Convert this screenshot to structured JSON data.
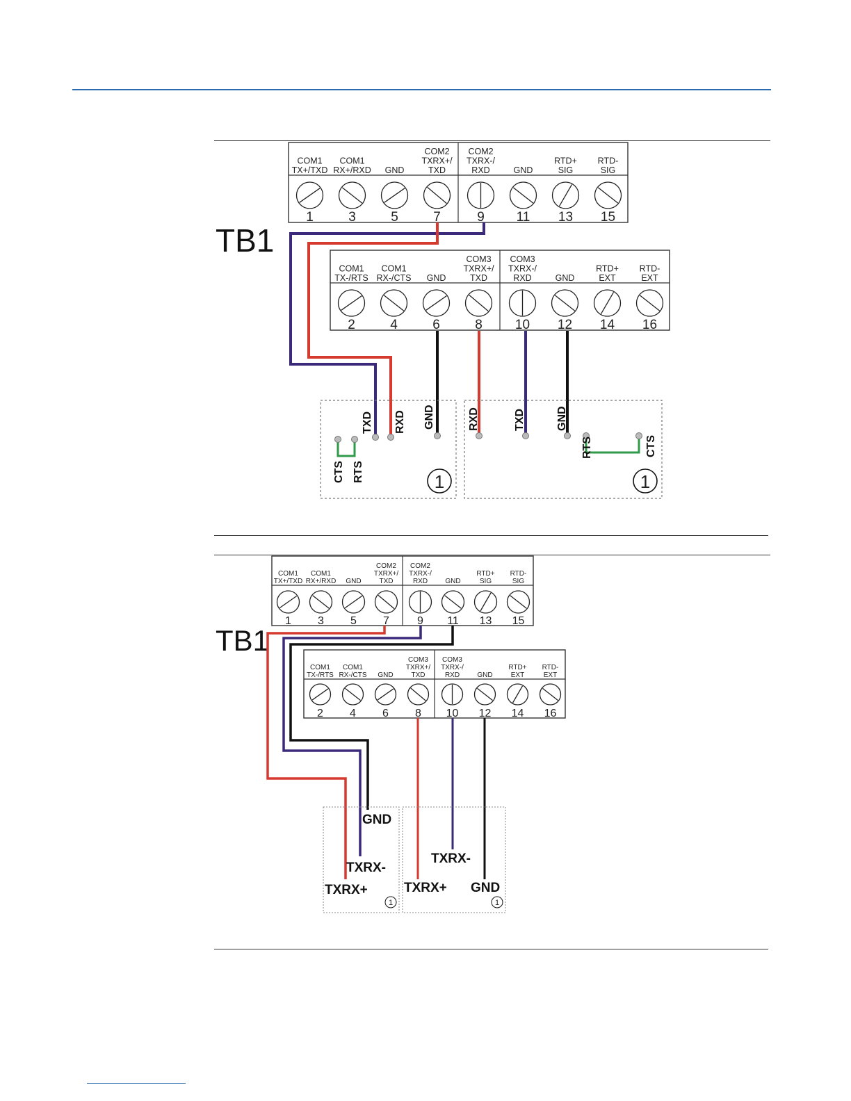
{
  "colors": {
    "header_rule": "#2a6bb0",
    "red": "#d63a2f",
    "purple": "#3b2a7a",
    "black": "#111111",
    "green": "#2f9a4a"
  },
  "figure1": {
    "tb_label": "TB1",
    "top_block": [
      {
        "l1": "COM1",
        "l2": "TX+/TXD",
        "l3": "",
        "num": "1"
      },
      {
        "l1": "COM1",
        "l2": "RX+/RXD",
        "l3": "",
        "num": "3"
      },
      {
        "l1": "GND",
        "l2": "",
        "l3": "",
        "num": "5"
      },
      {
        "l1": "COM2",
        "l2": "TXRX+/",
        "l3": "TXD",
        "num": "7"
      },
      {
        "l1": "COM2",
        "l2": "TXRX-/",
        "l3": "RXD",
        "num": "9"
      },
      {
        "l1": "GND",
        "l2": "",
        "l3": "",
        "num": "11"
      },
      {
        "l1": "RTD+",
        "l2": "SIG",
        "l3": "",
        "num": "13"
      },
      {
        "l1": "RTD-",
        "l2": "SIG",
        "l3": "",
        "num": "15"
      }
    ],
    "bottom_block": [
      {
        "l1": "COM1",
        "l2": "TX-/RTS",
        "l3": "",
        "num": "2"
      },
      {
        "l1": "COM1",
        "l2": "RX-/CTS",
        "l3": "",
        "num": "4"
      },
      {
        "l1": "GND",
        "l2": "",
        "l3": "",
        "num": "6"
      },
      {
        "l1": "COM3",
        "l2": "TXRX+/",
        "l3": "TXD",
        "num": "8"
      },
      {
        "l1": "COM3",
        "l2": "TXRX-/",
        "l3": "RXD",
        "num": "10"
      },
      {
        "l1": "GND",
        "l2": "",
        "l3": "",
        "num": "12"
      },
      {
        "l1": "RTD+",
        "l2": "EXT",
        "l3": "",
        "num": "14"
      },
      {
        "l1": "RTD-",
        "l2": "EXT",
        "l3": "",
        "num": "16"
      }
    ],
    "device_left": {
      "pins": [
        "TXD",
        "RXD",
        "GND",
        "CTS",
        "RTS"
      ],
      "note": "1"
    },
    "device_right": {
      "pins": [
        "RXD",
        "TXD",
        "GND",
        "RTS",
        "CTS"
      ],
      "note": "1"
    }
  },
  "figure2": {
    "tb_label": "TB1",
    "device_left": {
      "pins": [
        "GND",
        "TXRX-",
        "TXRX+"
      ],
      "note": "1"
    },
    "device_right": {
      "pins": [
        "TXRX-",
        "TXRX+",
        "GND"
      ],
      "note": "1"
    }
  }
}
